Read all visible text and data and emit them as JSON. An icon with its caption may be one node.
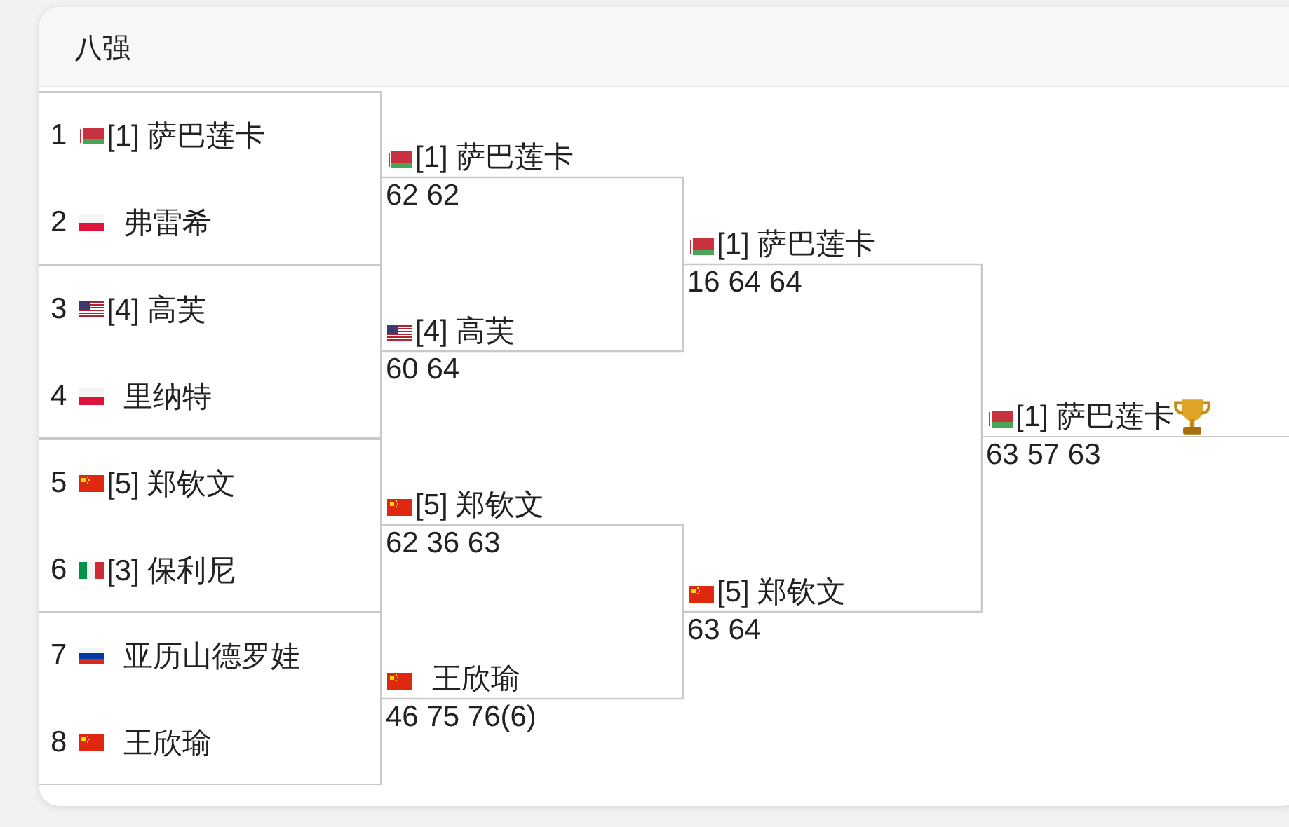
{
  "diagram": {
    "title": "八强",
    "nodes": [
      {
        "text": [],
        "shape": "box"
      },
      {
        "text": [
          "1",
          "[1] 萨巴莲卡"
        ],
        "in": 0
      },
      {
        "text": [
          "2",
          "弗雷希"
        ],
        "in": 0
      },
      {
        "text": [],
        "shape": "box"
      },
      {
        "text": [
          "3",
          "[4] 高芙"
        ],
        "in": 3
      },
      {
        "text": [
          "4",
          "里纳特"
        ],
        "in": 3
      },
      {
        "text": [],
        "shape": "box"
      },
      {
        "text": [
          "5",
          "[5] 郑钦文"
        ],
        "in": 6
      },
      {
        "text": [
          "6",
          "[3] 保利尼"
        ],
        "in": 6
      },
      {
        "text": [],
        "shape": "box"
      },
      {
        "text": [
          "7",
          "亚历山德罗娃"
        ],
        "in": 9
      },
      {
        "text": [
          "8",
          "王欣瑜"
        ],
        "in": 9
      },
      {
        "text": [
          "[1] 萨巴莲卡",
          "62 62"
        ]
      },
      {
        "text": [
          "[4] 高芙",
          "60 64"
        ]
      },
      {
        "text": [
          "[5] 郑钦文",
          "62 36 63"
        ]
      },
      {
        "text": [
          "王欣瑜",
          "46 75 76(6)"
        ]
      },
      {
        "text": [
          "[1] 萨巴莲卡",
          "16 64 64"
        ]
      },
      {
        "text": [
          "[5] 郑钦文",
          "63 64"
        ]
      },
      {
        "text": [
          "[1] 萨巴莲卡",
          "63 57 63"
        ]
      }
    ],
    "edges": [
      {
        "from": 12,
        "to": 16,
        "arrow": "none"
      },
      {
        "from": 13,
        "to": 16,
        "arrow": "none"
      },
      {
        "from": 14,
        "to": 17,
        "arrow": "none"
      },
      {
        "from": 15,
        "to": 17,
        "arrow": "none"
      },
      {
        "from": 16,
        "to": 18,
        "arrow": "none"
      },
      {
        "from": 17,
        "to": 18,
        "arrow": "none"
      }
    ]
  }
}
